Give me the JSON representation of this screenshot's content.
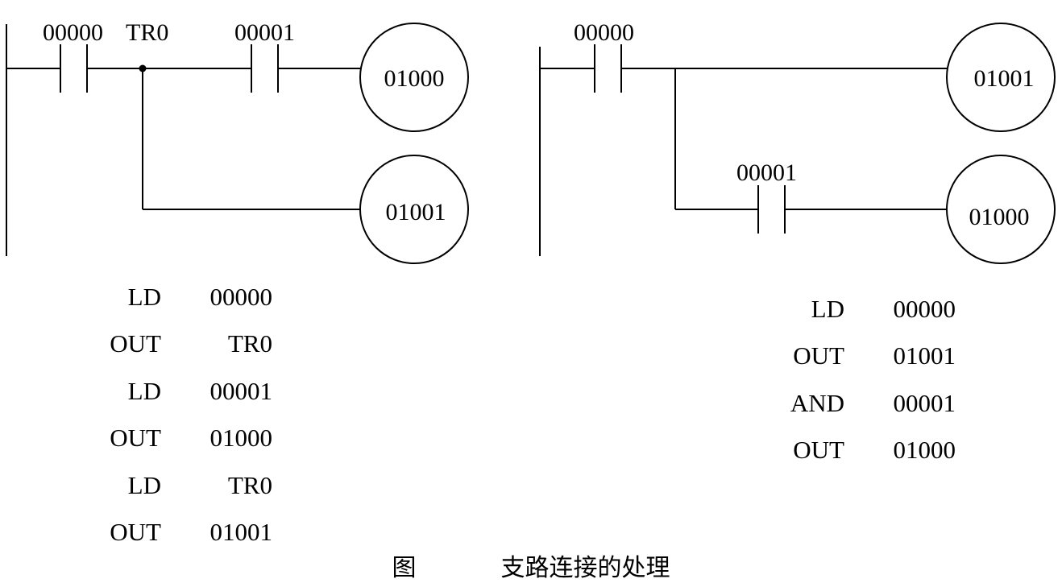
{
  "left_diagram": {
    "contact_a_label": "00000",
    "node_label": "TR0",
    "contact_b_label": "00001",
    "coil_top": "01000",
    "coil_bottom": "01001",
    "instructions": [
      {
        "op": "LD",
        "arg": "00000"
      },
      {
        "op": "OUT",
        "arg": "TR0"
      },
      {
        "op": "LD",
        "arg": "00001"
      },
      {
        "op": "OUT",
        "arg": "01000"
      },
      {
        "op": "LD",
        "arg": "TR0"
      },
      {
        "op": "OUT",
        "arg": "01001"
      }
    ]
  },
  "right_diagram": {
    "contact_a_label": "00000",
    "contact_b_label": "00001",
    "coil_top": "01001",
    "coil_bottom": "01000",
    "instructions": [
      {
        "op": "LD",
        "arg": "00000"
      },
      {
        "op": "OUT",
        "arg": "01001"
      },
      {
        "op": "AND",
        "arg": "00001"
      },
      {
        "op": "OUT",
        "arg": "01000"
      }
    ]
  },
  "caption": "图              支路连接的处理"
}
